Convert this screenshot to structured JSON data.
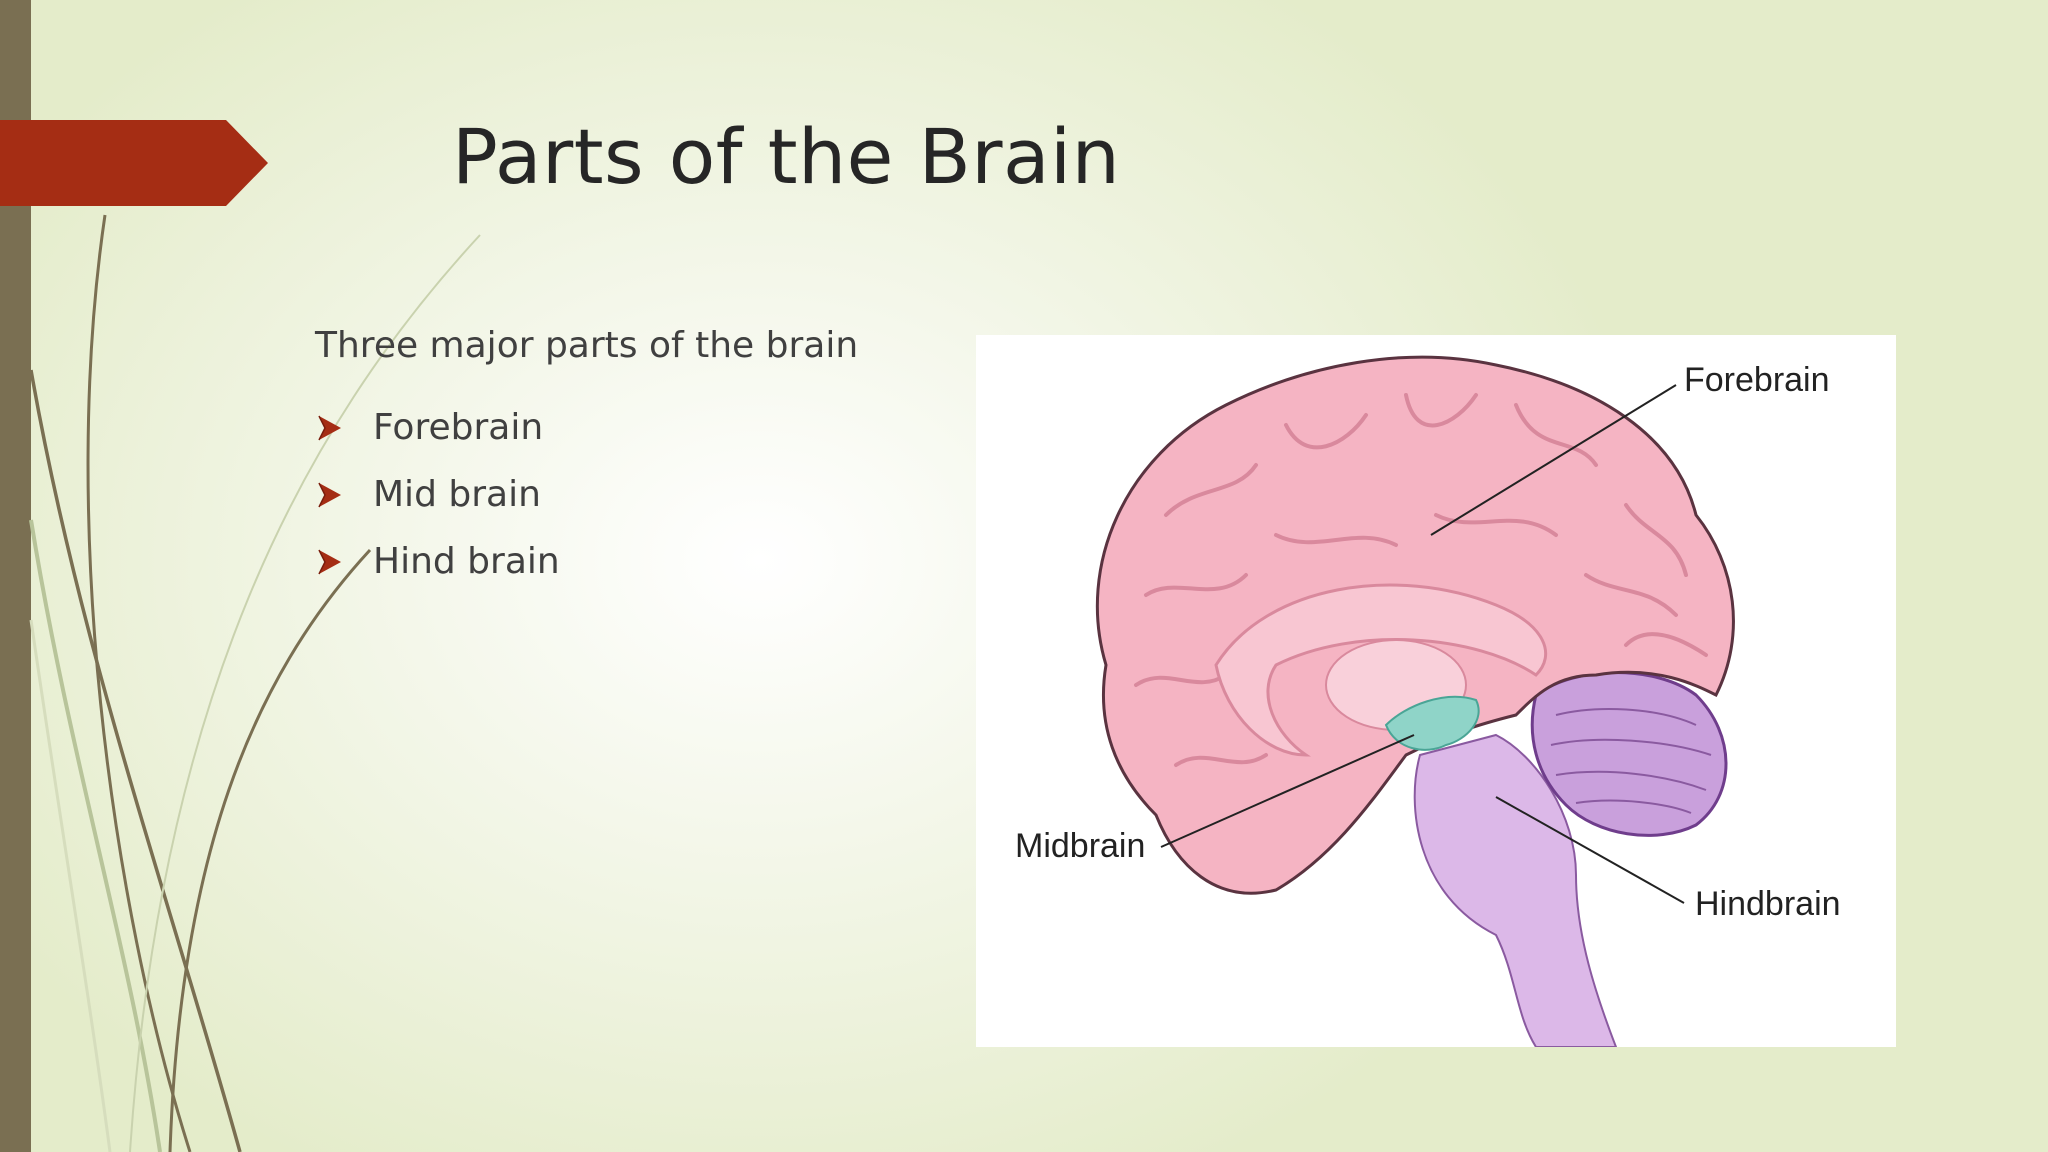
{
  "slide": {
    "title": "Parts of the Brain",
    "intro": "Three major parts of the brain",
    "bullets": [
      {
        "label": "Forebrain"
      },
      {
        "label": "Mid brain"
      },
      {
        "label": "Hind brain"
      }
    ],
    "bullet_icon": "arrow-bullet-icon"
  },
  "figure": {
    "labels": {
      "forebrain": "Forebrain",
      "midbrain": "Midbrain",
      "hindbrain": "Hindbrain"
    }
  },
  "colors": {
    "accent": "#a52d14",
    "left_bar": "#7a6f52",
    "title_text": "#262626",
    "body_text": "#404040",
    "cerebrum": "#f5b4c3",
    "midbrain": "#8fd4c8",
    "hindbrain": "#c9a0dc"
  }
}
